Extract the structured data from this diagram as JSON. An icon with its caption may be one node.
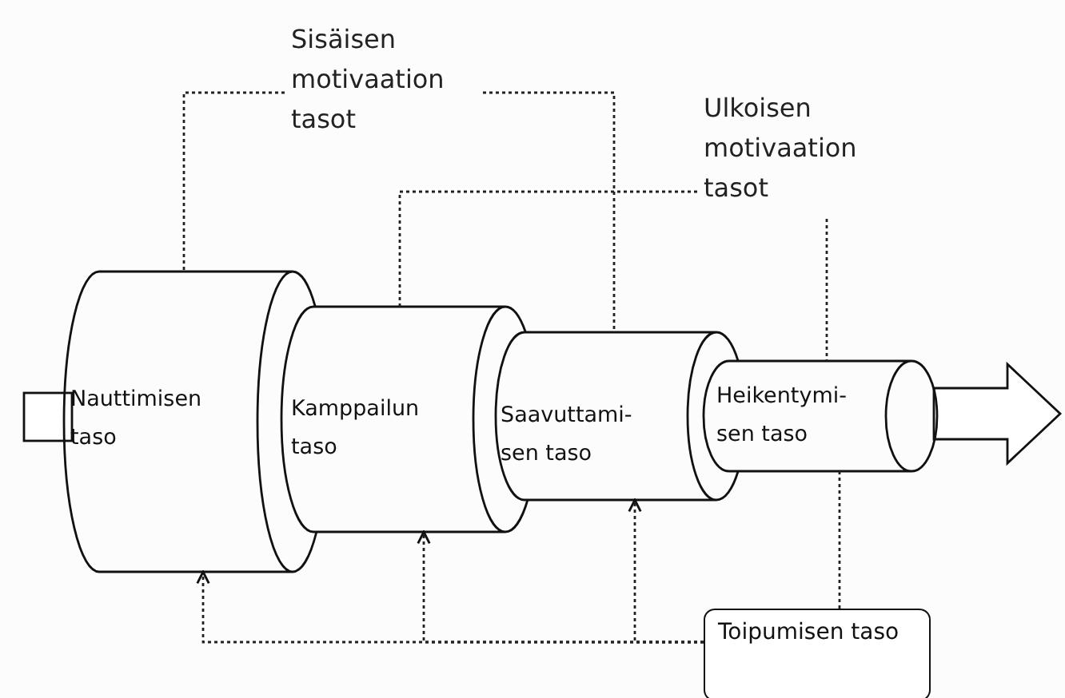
{
  "diagram": {
    "nodes": [
      {
        "text": [
          "Sisäisen motivaation tasot"
        ]
      },
      {
        "text": [
          "Ulkoisen motivaation tasot"
        ]
      },
      {
        "text": [
          "Nauttimisen taso"
        ]
      },
      {
        "text": [
          "Kamppailun taso"
        ]
      },
      {
        "text": [
          "Saavuttami- sen taso"
        ]
      },
      {
        "text": [
          "Heikentymi- sen taso"
        ]
      },
      {
        "text": [
          "Toipumisen taso"
        ]
      }
    ],
    "edges": [
      {
        "from": 0,
        "to": 2,
        "arrow": "none",
        "style": "dashed"
      },
      {
        "from": 0,
        "to": 4,
        "arrow": "none",
        "style": "dashed"
      },
      {
        "from": 1,
        "to": 3,
        "arrow": "none",
        "style": "dashed"
      },
      {
        "from": 1,
        "to": 5,
        "arrow": "none",
        "style": "dashed"
      },
      {
        "from": 6,
        "to": 2,
        "arrow": "to",
        "style": "dashed"
      },
      {
        "from": 6,
        "to": 3,
        "arrow": "to",
        "style": "dashed"
      },
      {
        "from": 6,
        "to": 4,
        "arrow": "to",
        "style": "dashed"
      },
      {
        "from": 6,
        "to": 5,
        "arrow": "none",
        "style": "dashed"
      }
    ]
  }
}
